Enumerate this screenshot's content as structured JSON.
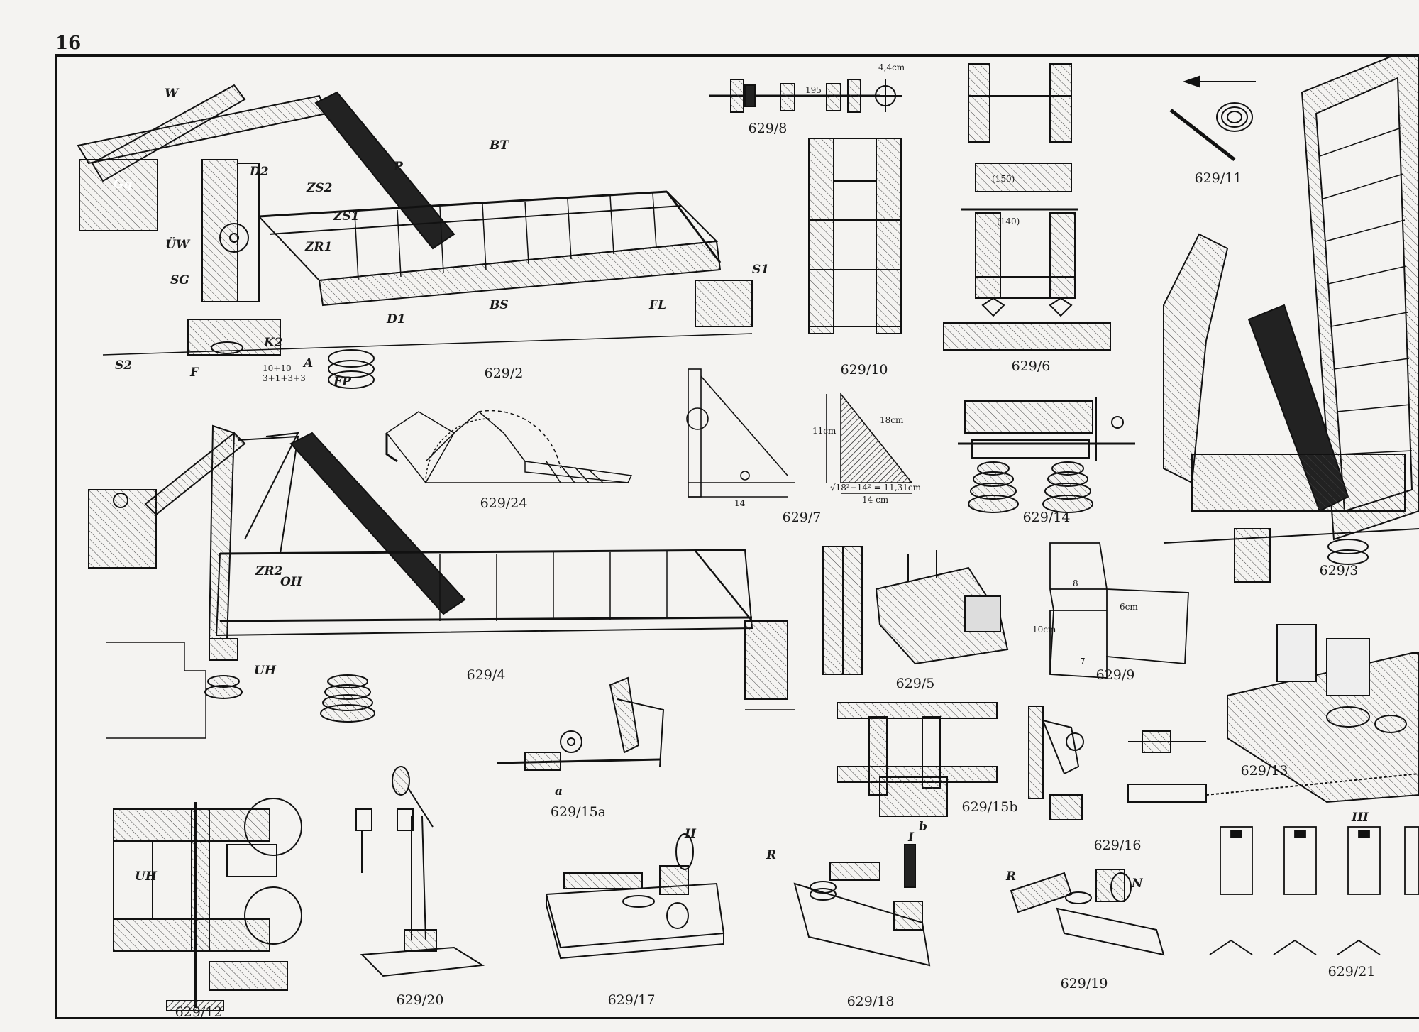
{
  "page_number": "16",
  "captions": {
    "c629_2": "629/2",
    "c629_3": "629/3",
    "c629_4": "629/4",
    "c629_5": "629/5",
    "c629_6": "629/6",
    "c629_7": "629/7",
    "c629_8": "629/8",
    "c629_9": "629/9",
    "c629_10": "629/10",
    "c629_11": "629/11",
    "c629_12": "629/12",
    "c629_13": "629/13",
    "c629_14": "629/14",
    "c629_15a": "629/15a",
    "c629_15b": "629/15b",
    "c629_16": "629/16",
    "c629_17": "629/17",
    "c629_18": "629/18",
    "c629_19": "629/19",
    "c629_20": "629/20",
    "c629_21": "629/21",
    "c629_24": "629/24"
  },
  "labels": {
    "W": "W",
    "Gg": "Gg",
    "UW": "ÜW",
    "SG": "SG",
    "P": "P",
    "BT": "BT",
    "BS": "BS",
    "FL": "FL",
    "FP": "FP",
    "F": "F",
    "A": "A",
    "S1": "S1",
    "S2": "S2",
    "D1": "D1",
    "D2": "D2",
    "K2": "K2",
    "ZS2": "ZS2",
    "ZS1": "ZS1",
    "ZR1": "ZR1",
    "ZR2": "ZR2",
    "OH": "OH",
    "UH": "UH",
    "R": "R",
    "N": "N",
    "a": "a",
    "b": "b",
    "I": "I",
    "II": "II",
    "III": "III"
  },
  "annotations": {
    "d629_6_top": "(150)",
    "d629_6_mid": "(140)",
    "d629_7_dim": "14",
    "d629_9_a": "10cm",
    "d629_9_b": "8",
    "d629_9_c": "6cm",
    "d629_9_d": "7",
    "formula": "√18²−14² = 11,31cm",
    "formula_len": "18cm",
    "formula_h": "11cm",
    "formula_w": "14 cm",
    "d629_8": "195",
    "d629_8_r": "4,4cm",
    "fp_stack": "10+10 3+1+3+3"
  }
}
